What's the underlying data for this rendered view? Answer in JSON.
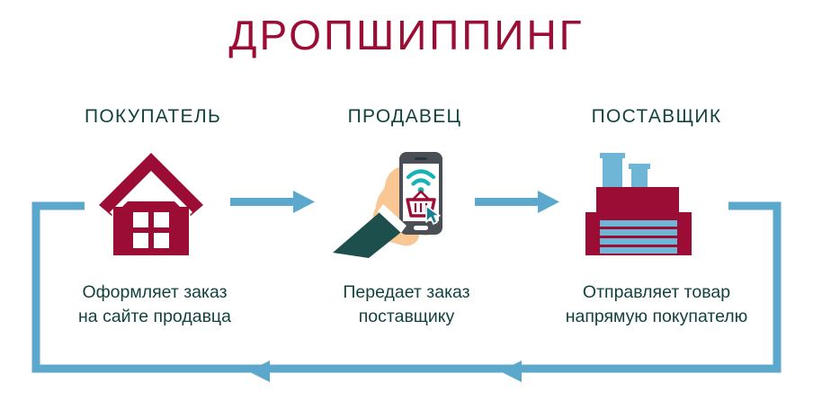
{
  "title": "ДРОПШИППИНГ",
  "colors": {
    "crimson": "#9c0d35",
    "teal_text": "#12423f",
    "arrow_blue": "#5ba8cc",
    "sleeve_teal": "#1d4f4c",
    "skin": "#f9c794",
    "phone_body": "#4a4f55",
    "phone_screen": "#ffffff",
    "background": "#ffffff"
  },
  "stages": [
    {
      "id": "buyer",
      "header": "ПОКУПАТЕЛЬ",
      "icon": "house-icon",
      "caption": "Оформляет заказ\nна сайте продавца"
    },
    {
      "id": "seller",
      "header": "ПРОДАВЕЦ",
      "icon": "hand-smartphone-icon",
      "caption": "Передает заказ\nпоставщику"
    },
    {
      "id": "supplier",
      "header": "ПОСТАВЩИК",
      "icon": "factory-icon",
      "caption": "Отправляет товар\nнапрямую покупателю"
    }
  ],
  "arrows": {
    "forward": [
      {
        "id": "buyer-to-seller",
        "direction": "right"
      },
      {
        "id": "seller-to-supplier",
        "direction": "right"
      }
    ],
    "return_loop": {
      "id": "supplier-to-buyer-loop",
      "direction": "left",
      "label": ""
    }
  },
  "phone_screen": {
    "wifi_icon": "wifi-icon",
    "basket_icon": "shopping-basket-icon",
    "cursor_icon": "mouse-cursor-icon"
  }
}
